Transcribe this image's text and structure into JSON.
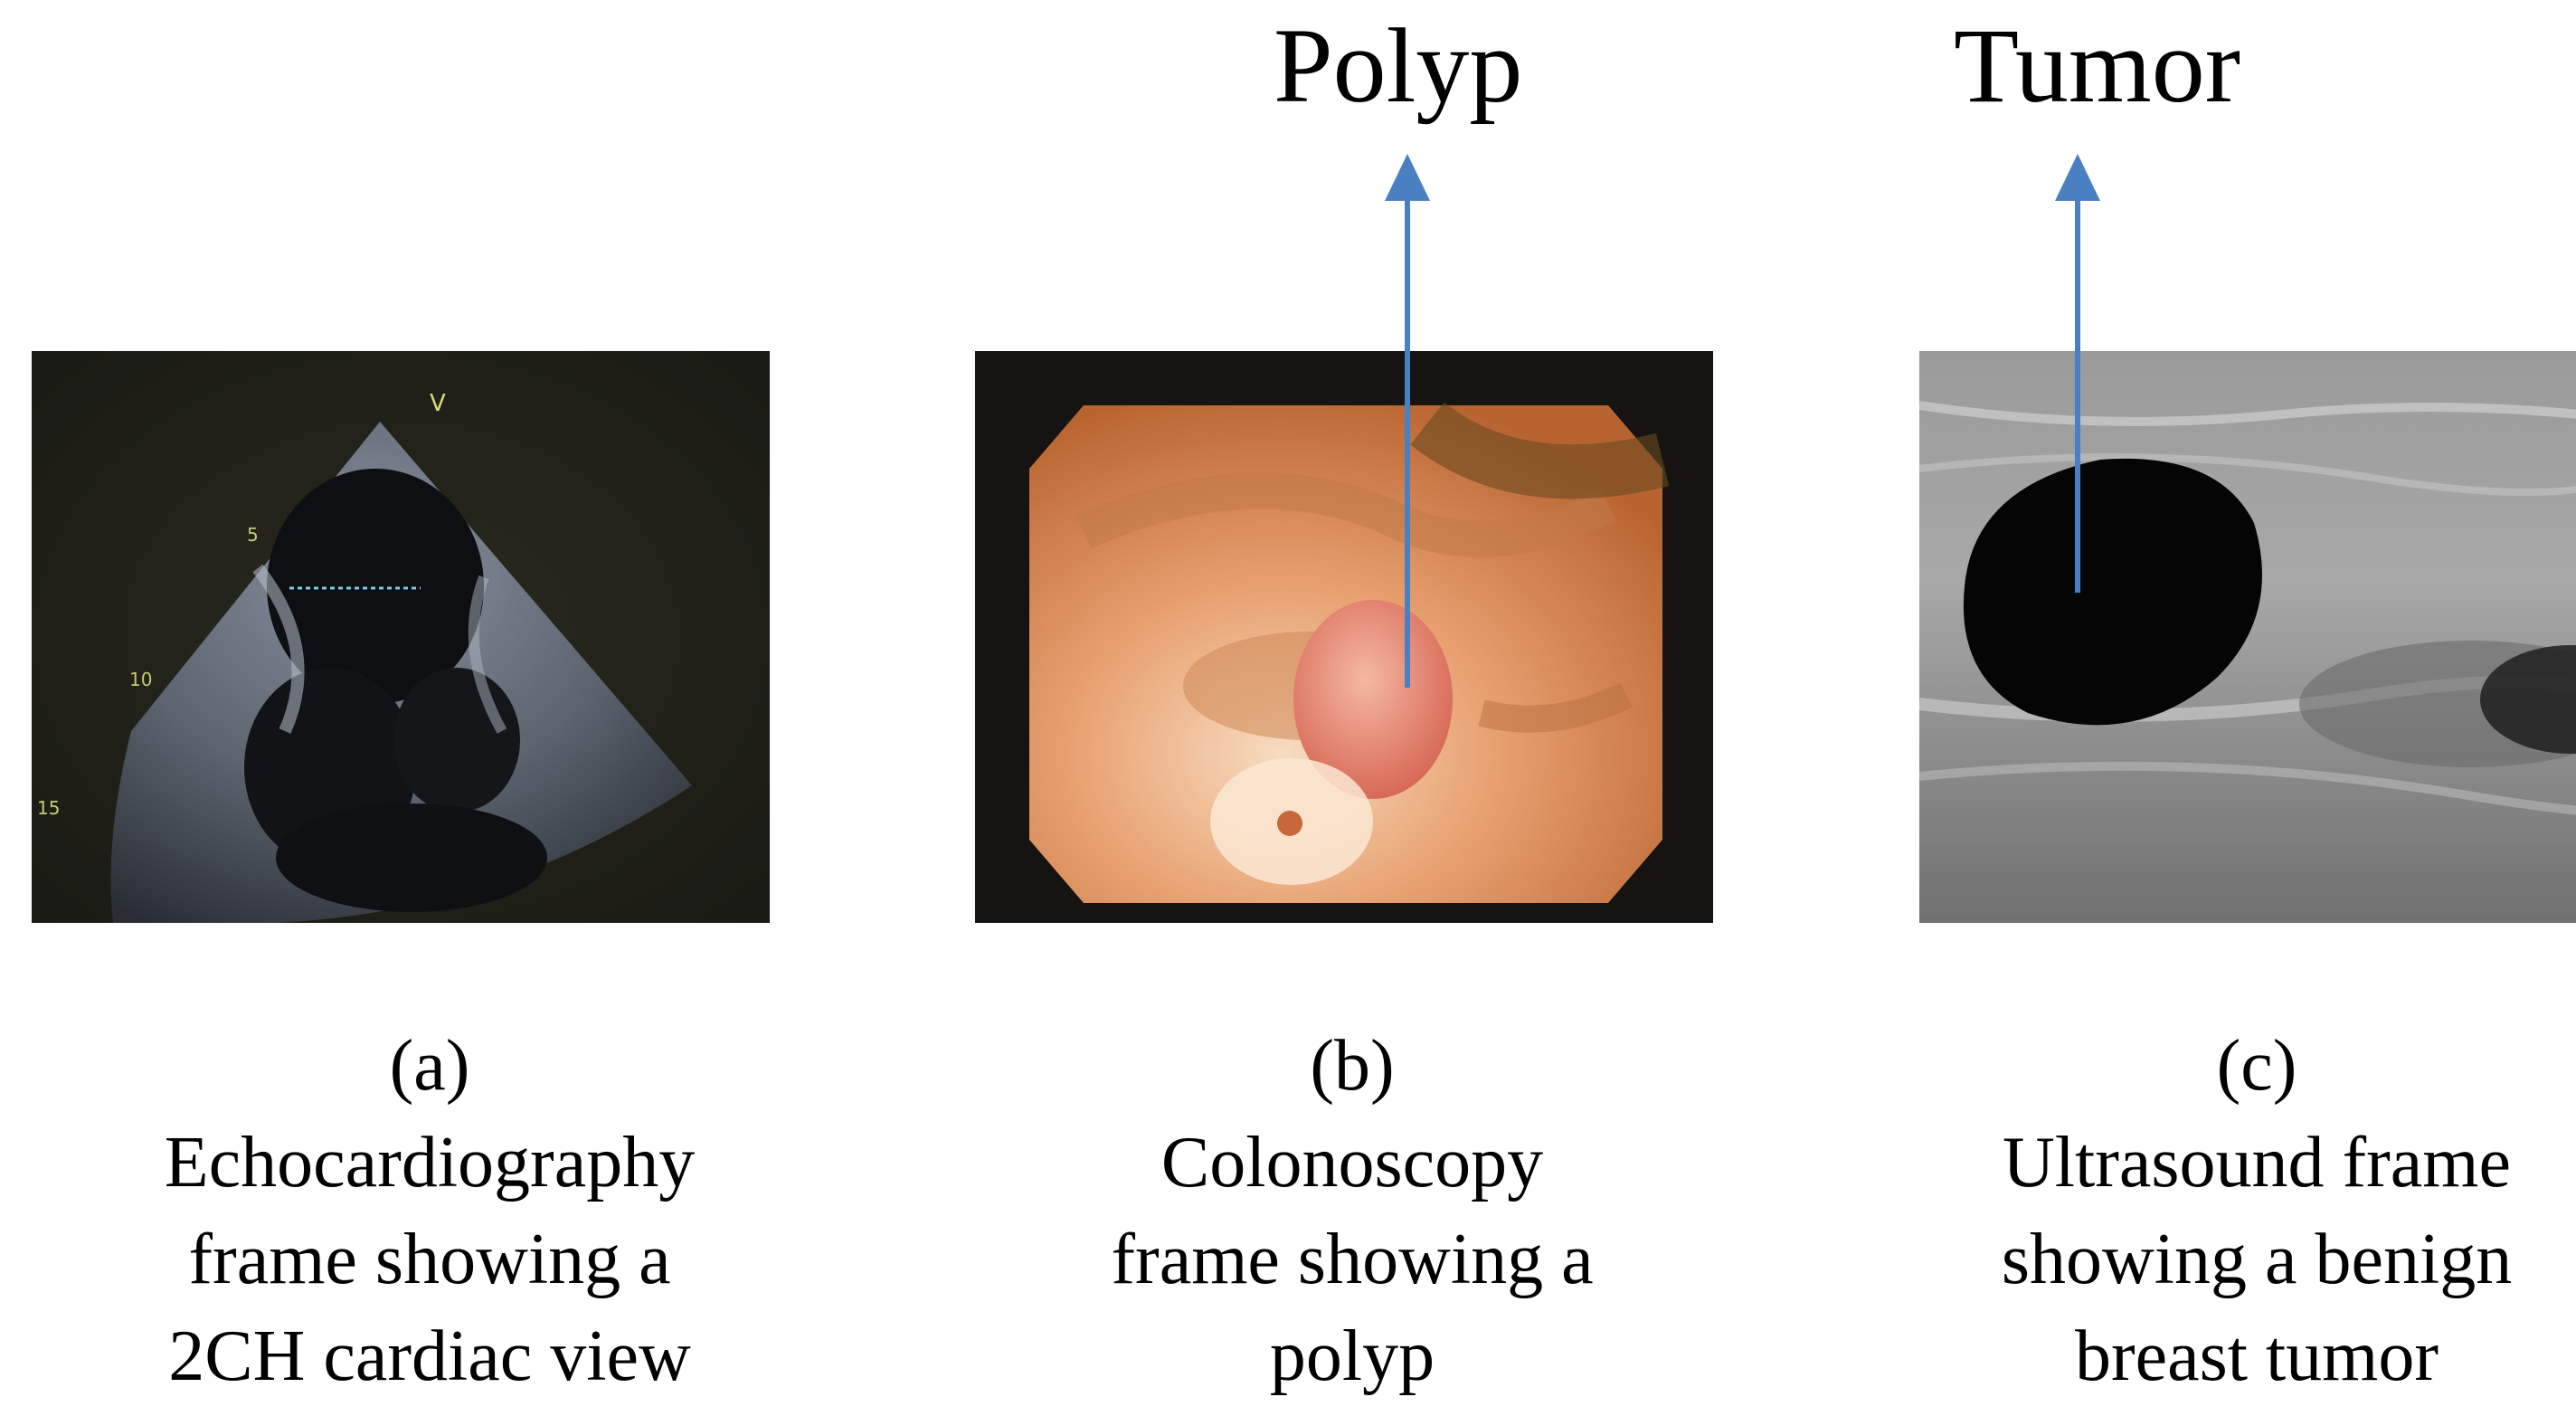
{
  "callouts": {
    "polyp": "Polyp",
    "tumor": "Tumor"
  },
  "panels": [
    {
      "label": "(a)",
      "caption_lines": [
        "Echocardiography",
        "frame showing a",
        "2CH cardiac view"
      ],
      "overlay_text": [
        "V",
        "5",
        "10",
        "15"
      ]
    },
    {
      "label": "(b)",
      "caption_lines": [
        "Colonoscopy",
        "frame showing a",
        "polyp"
      ]
    },
    {
      "label": "(c)",
      "caption_lines": [
        "Ultrasound frame",
        "showing a benign",
        "breast tumor"
      ]
    }
  ],
  "colors": {
    "arrow": "#4a7fc1",
    "text": "#000000"
  }
}
